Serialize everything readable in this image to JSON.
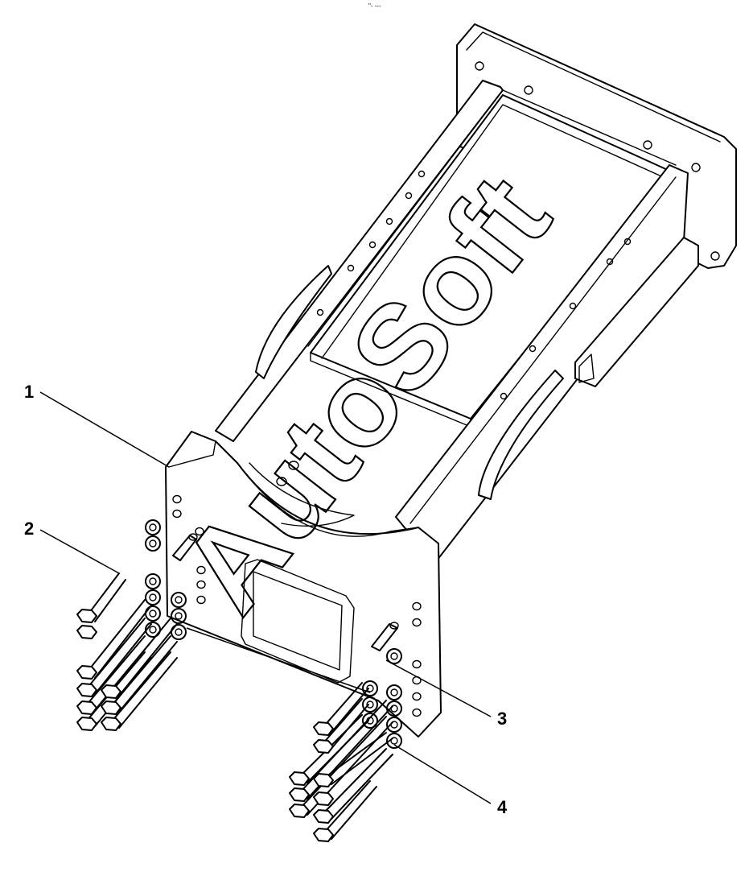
{
  "top_mark": "\"- ---",
  "watermark": "AutoSoft",
  "callouts": [
    {
      "id": "1",
      "label": "1"
    },
    {
      "id": "2",
      "label": "2"
    },
    {
      "id": "3",
      "label": "3"
    },
    {
      "id": "4",
      "label": "4"
    }
  ]
}
